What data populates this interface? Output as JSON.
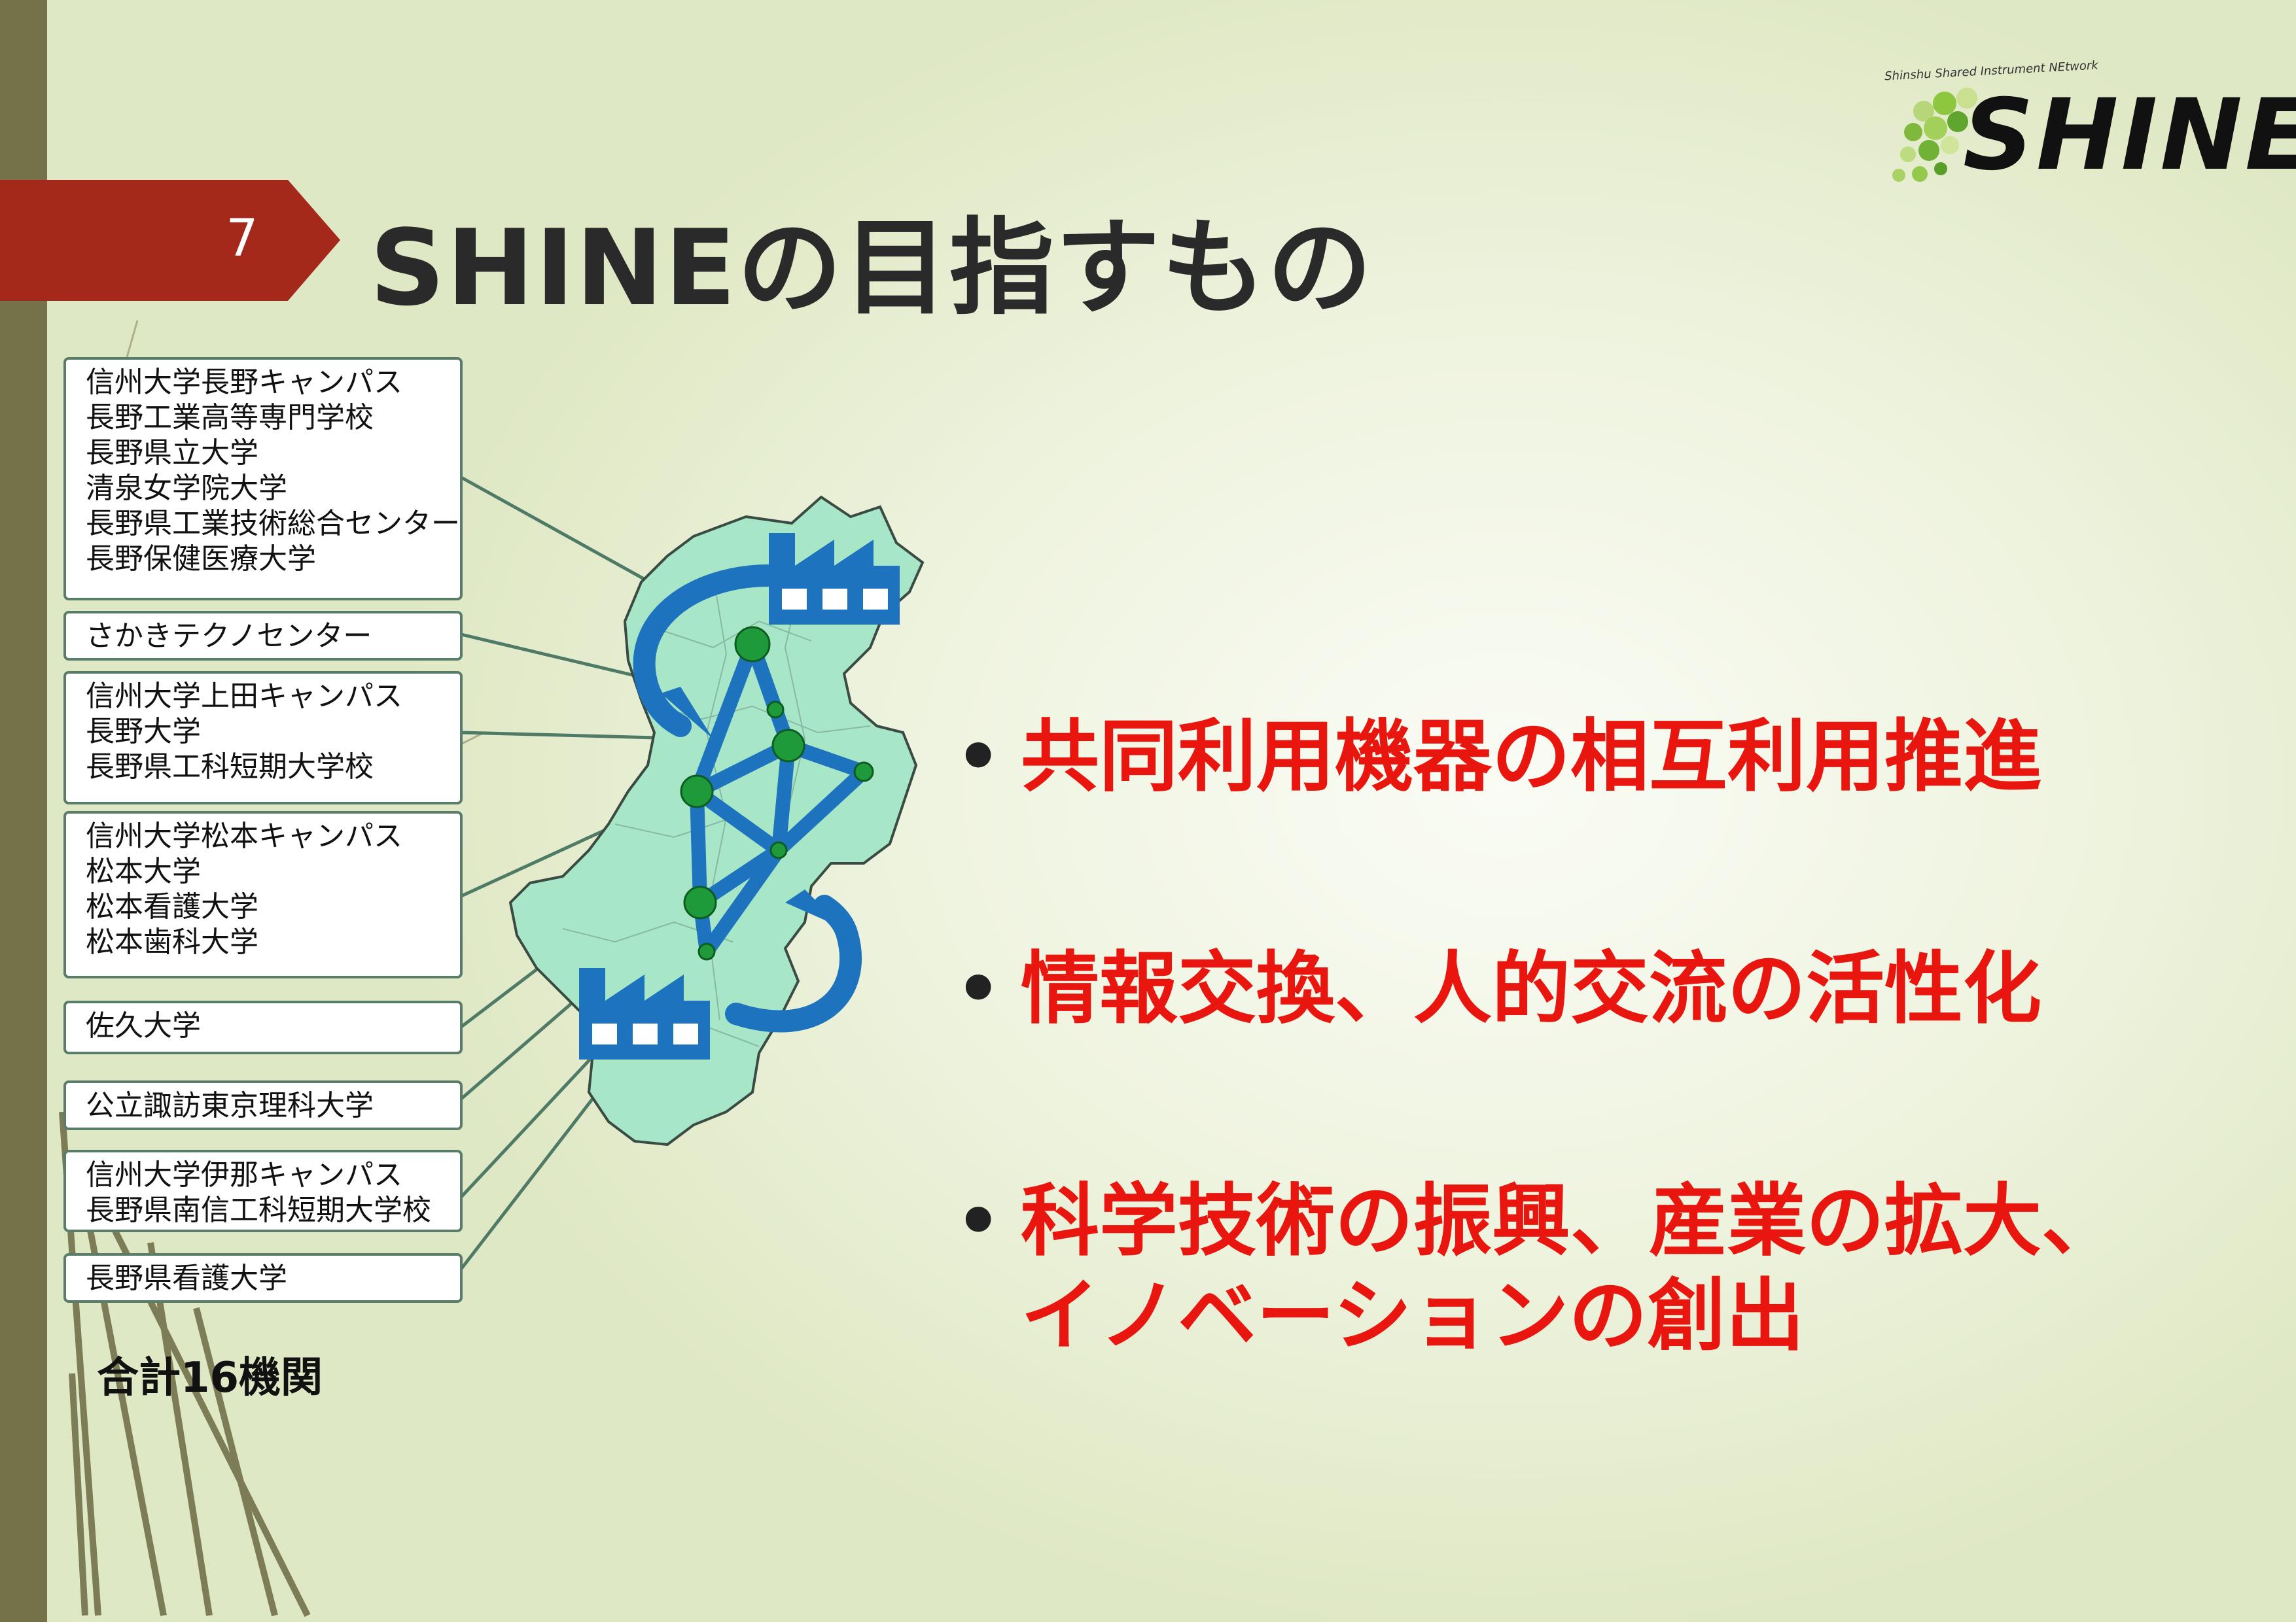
{
  "slide": {
    "number": "7",
    "title": "SHINEの目指すもの"
  },
  "logo": {
    "wordmark": "SHINE",
    "tagline": "Shinshu Shared Instrument NEtwork"
  },
  "institutions": [
    {
      "lines": [
        "信州大学長野キャンパス",
        "長野工業高等専門学校",
        "長野県立大学",
        "清泉女学院大学",
        "長野県工業技術総合センター",
        "長野保健医療大学"
      ]
    },
    {
      "lines": [
        "さかきテクノセンター"
      ]
    },
    {
      "lines": [
        "信州大学上田キャンパス",
        "長野大学",
        "長野県工科短期大学校"
      ]
    },
    {
      "lines": [
        "信州大学松本キャンパス",
        "松本大学",
        "松本看護大学",
        "松本歯科大学"
      ]
    },
    {
      "lines": [
        "佐久大学"
      ]
    },
    {
      "lines": [
        "公立諏訪東京理科大学"
      ]
    },
    {
      "lines": [
        "信州大学伊那キャンパス",
        "長野県南信工科短期大学校"
      ]
    },
    {
      "lines": [
        "長野県看護大学"
      ]
    }
  ],
  "total": "合計16機関",
  "bullets": [
    {
      "lines": [
        "共同利用機器の相互利用推進"
      ]
    },
    {
      "lines": [
        "情報交換、人的交流の活性化"
      ]
    },
    {
      "lines": [
        "科学技術の振興、産業の拡大、",
        "イノベーションの創出"
      ]
    }
  ],
  "colors": {
    "accent_red": "#e8160f",
    "tab_red": "#a5291b",
    "sidebar": "#757148",
    "network_blue": "#1e73be",
    "map_green": "#a8e6c8",
    "node_green": "#1f9a3a"
  },
  "icons": [
    "factory-icon",
    "factory-icon"
  ]
}
